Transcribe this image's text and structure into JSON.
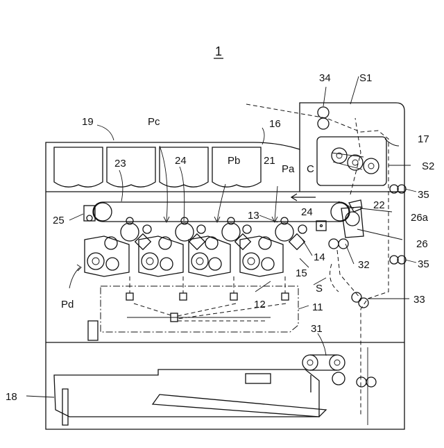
{
  "figure": {
    "number": "1",
    "labels": {
      "l1": "1",
      "l11": "11",
      "l12": "12",
      "l13": "13",
      "l14": "14",
      "l15": "15",
      "l16": "16",
      "l17": "17",
      "l18": "18",
      "l19": "19",
      "l21": "21",
      "l22": "22",
      "l23": "23",
      "l24a": "24",
      "l24b": "24",
      "l25": "25",
      "l26": "26",
      "l26a": "26a",
      "l31": "31",
      "l32": "32",
      "l33": "33",
      "l34": "34",
      "l35a": "35",
      "l35b": "35",
      "lPa": "Pa",
      "lPb": "Pb",
      "lPc": "Pc",
      "lPd": "Pd",
      "lC": "C",
      "lS": "S",
      "lS1": "S1",
      "lS2": "S2"
    }
  }
}
